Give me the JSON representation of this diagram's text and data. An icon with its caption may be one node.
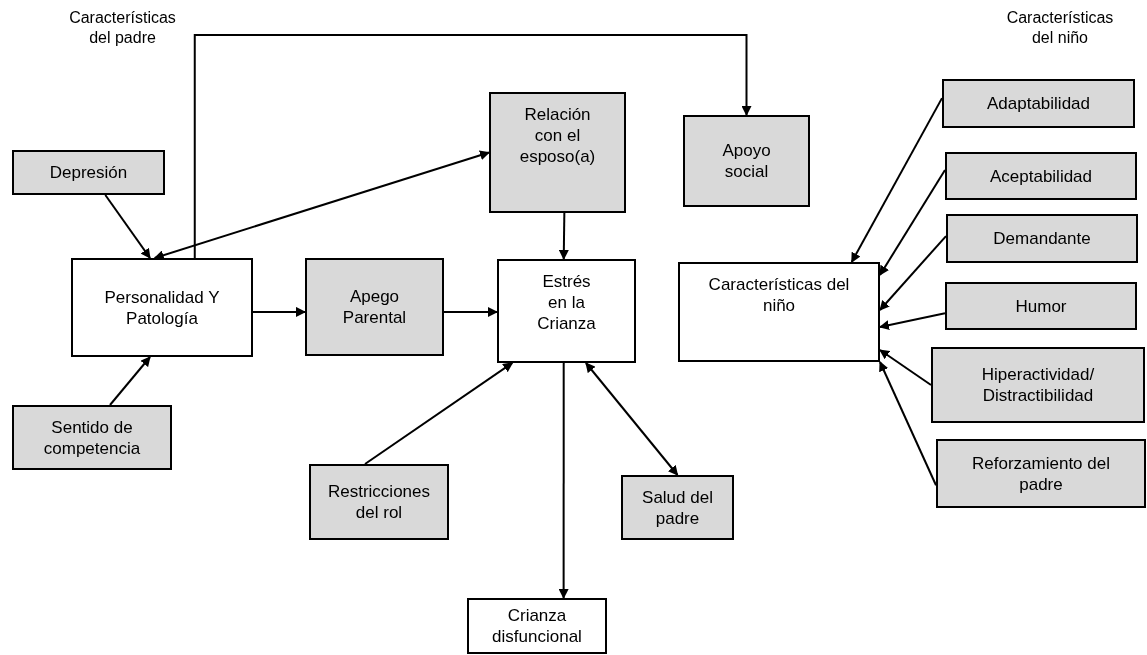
{
  "diagram": {
    "nodes": [
      {
        "text": [
          "Depresión"
        ]
      },
      {
        "text": [
          "Personalidad Y Patología"
        ]
      },
      {
        "text": [
          "Sentido de competencia"
        ]
      },
      {
        "text": [
          "Relación con el esposo(a)"
        ]
      },
      {
        "text": [
          "Apoyo social"
        ]
      },
      {
        "text": [
          "Apego Parental"
        ]
      },
      {
        "text": [
          "Estrés en la Crianza"
        ]
      },
      {
        "text": [
          "Características del niño"
        ]
      },
      {
        "text": [
          "Restricciones del rol"
        ]
      },
      {
        "text": [
          "Salud del padre"
        ]
      },
      {
        "text": [
          "Crianza disfuncional"
        ]
      },
      {
        "text": [
          "Adaptabilidad"
        ]
      },
      {
        "text": [
          "Aceptabilidad"
        ]
      },
      {
        "text": [
          "Demandante"
        ]
      },
      {
        "text": [
          "Humor"
        ]
      },
      {
        "text": [
          "Hiperactividad/ Distractibilidad"
        ]
      },
      {
        "text": [
          "Reforzamiento del padre"
        ]
      }
    ],
    "edges": [
      {
        "from": 0,
        "to": 1,
        "arrow": "to"
      },
      {
        "from": 2,
        "to": 1,
        "arrow": "to"
      },
      {
        "from": 1,
        "to": 3,
        "arrow": "both"
      },
      {
        "from": 1,
        "to": 4,
        "arrow": "to"
      },
      {
        "from": 1,
        "to": 5,
        "arrow": "to"
      },
      {
        "from": 5,
        "to": 6,
        "arrow": "to"
      },
      {
        "from": 3,
        "to": 6,
        "arrow": "to"
      },
      {
        "from": 8,
        "to": 6,
        "arrow": "to"
      },
      {
        "from": 6,
        "to": 9,
        "arrow": "both"
      },
      {
        "from": 6,
        "to": 10,
        "arrow": "to"
      },
      {
        "from": 11,
        "to": 7,
        "arrow": "to"
      },
      {
        "from": 12,
        "to": 7,
        "arrow": "to"
      },
      {
        "from": 13,
        "to": 7,
        "arrow": "to"
      },
      {
        "from": 14,
        "to": 7,
        "arrow": "to"
      },
      {
        "from": 15,
        "to": 7,
        "arrow": "to"
      },
      {
        "from": 16,
        "to": 7,
        "arrow": "to"
      }
    ],
    "labels": [
      "Características del padre",
      "Características del niño"
    ]
  }
}
